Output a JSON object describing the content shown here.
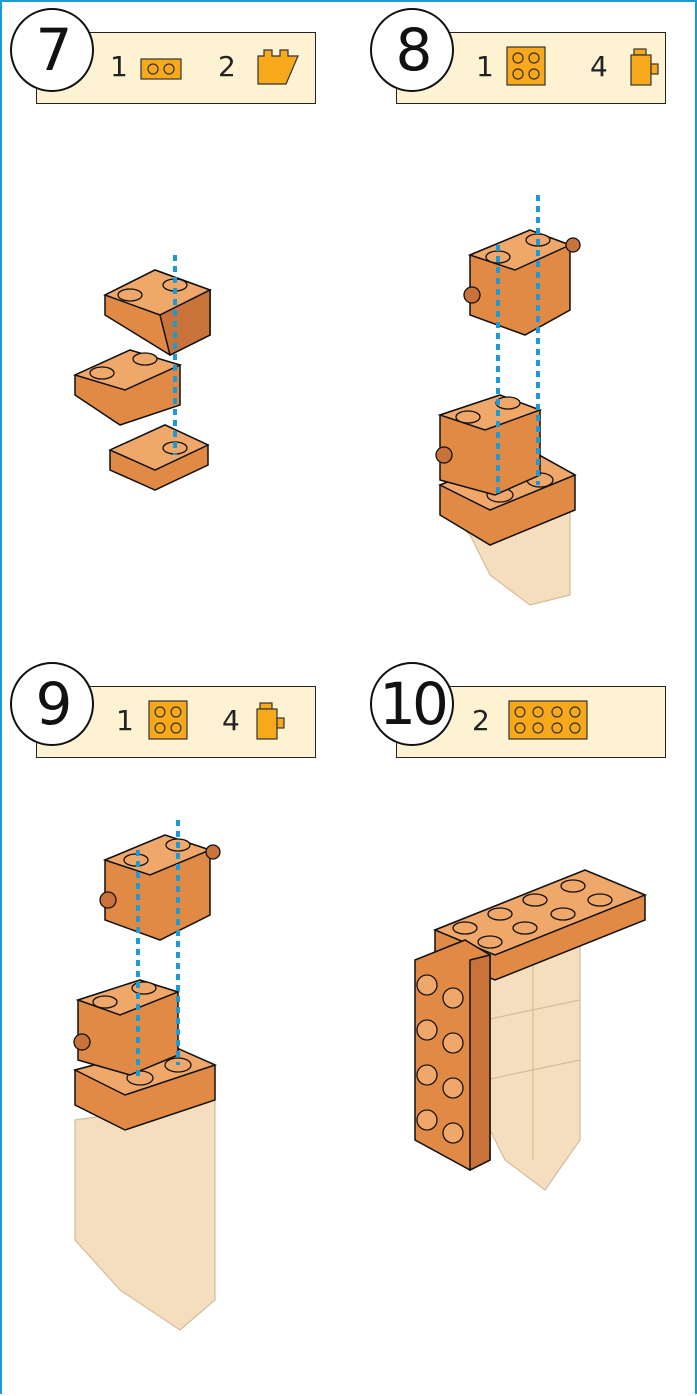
{
  "colors": {
    "frame": "#1a9ad6",
    "brick": "#e08a45",
    "brick_dark": "#a85a22",
    "brick_light": "#f0a86a",
    "ghost": "#f2d3a8",
    "guide": "#1a9ad6",
    "parts_bg": "#fdf3d3",
    "part_icon": "#f7a81b"
  },
  "steps": [
    {
      "number": "7",
      "parts": [
        {
          "qty": "1",
          "icon": "plate-1x2-icon"
        },
        {
          "qty": "2",
          "icon": "slope-brick-icon"
        }
      ]
    },
    {
      "number": "8",
      "parts": [
        {
          "qty": "1",
          "icon": "plate-2x2-icon"
        },
        {
          "qty": "4",
          "icon": "brick-with-stud-icon"
        }
      ]
    },
    {
      "number": "9",
      "parts": [
        {
          "qty": "1",
          "icon": "plate-2x2-icon"
        },
        {
          "qty": "4",
          "icon": "brick-with-stud-icon"
        }
      ]
    },
    {
      "number": "10",
      "parts": [
        {
          "qty": "2",
          "icon": "plate-2x4-icon"
        }
      ]
    }
  ]
}
